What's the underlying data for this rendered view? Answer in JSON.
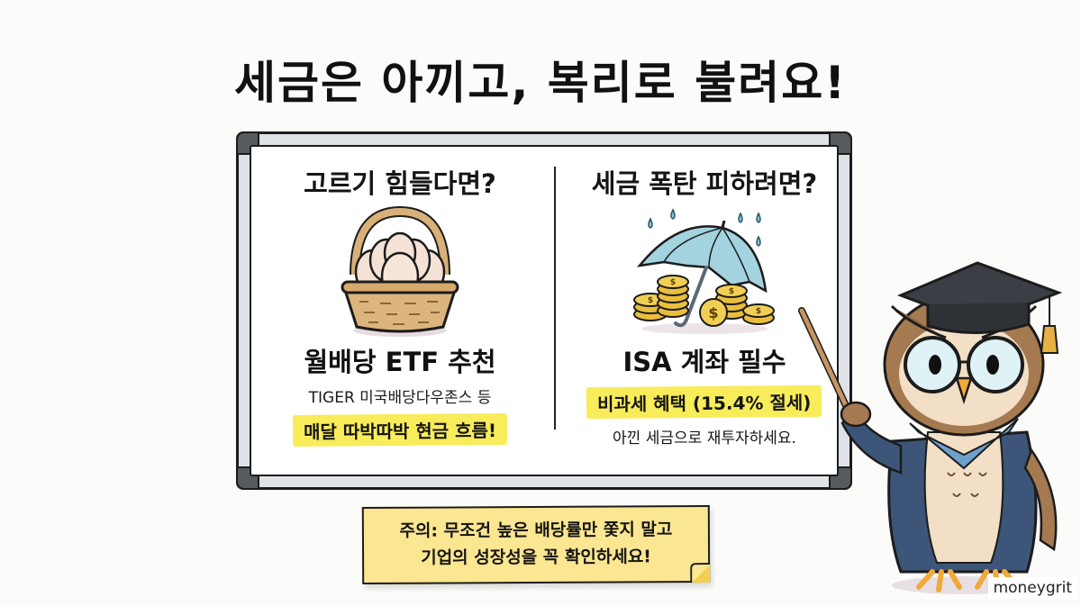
{
  "header": {
    "title": "세금은 아끼고, 복리로 불려요!"
  },
  "board": {
    "left_panel": {
      "question": "고르기 힘들다면?",
      "illustration_icon": "egg-basket-icon",
      "heading": "월배당 ETF 추천",
      "subtext": "TIGER 미국배당다우존스 등",
      "highlight": "매달 따박따박 현금 흐름!"
    },
    "right_panel": {
      "question": "세금 폭탄 피하려면?",
      "illustration_icon": "umbrella-coins-icon",
      "heading": "ISA 계좌 필수",
      "highlight": "비과세 혜택 (15.4% 절세)",
      "note": "아낀 세금으로 재투자하세요."
    }
  },
  "sticky_note": {
    "line1": "주의: 무조건 높은 배당률만 쫓지 말고",
    "line2": "기업의 성장성을 꼭 확인하세요!"
  },
  "character": {
    "icon": "owl-professor-icon"
  },
  "watermark": "moneygrit",
  "colors": {
    "highlight": "#f8ec5a",
    "sticky": "#fbe691",
    "gown": "#3c5578",
    "umbrella": "#9fcfdc",
    "coin": "#e9be3c"
  }
}
